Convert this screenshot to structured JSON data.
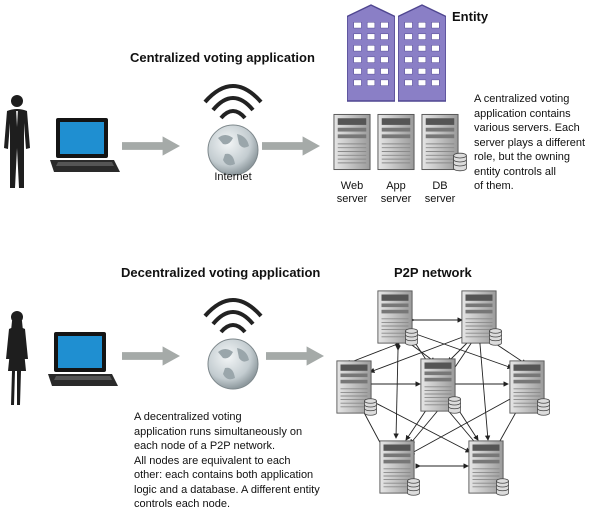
{
  "centralized": {
    "title": "Centralized voting application",
    "entity_label": "Entity",
    "internet_label": "Internet",
    "servers": [
      {
        "line1": "Web",
        "line2": "server"
      },
      {
        "line1": "App",
        "line2": "server"
      },
      {
        "line1": "DB",
        "line2": "server"
      }
    ],
    "description": [
      "A centralized voting",
      "application contains",
      "various servers. Each",
      "server plays a different",
      "role, but the owning",
      "entity controls all",
      "of them."
    ]
  },
  "decentralized": {
    "title": "Decentralized voting application",
    "network_label": "P2P network",
    "internet_label": "",
    "description": [
      "A decentralized voting",
      "application runs simultaneously on",
      "each node of a P2P network.",
      "All nodes are equivalent to each",
      "other: each contains both application",
      "logic and a database. A different entity",
      "controls each node."
    ]
  },
  "colors": {
    "building": "#8a7fc6",
    "arrow": "#a5aaa8",
    "server": "#c4c4c4",
    "screen": "#1f8fd1",
    "globe": "#c8d2d6"
  }
}
